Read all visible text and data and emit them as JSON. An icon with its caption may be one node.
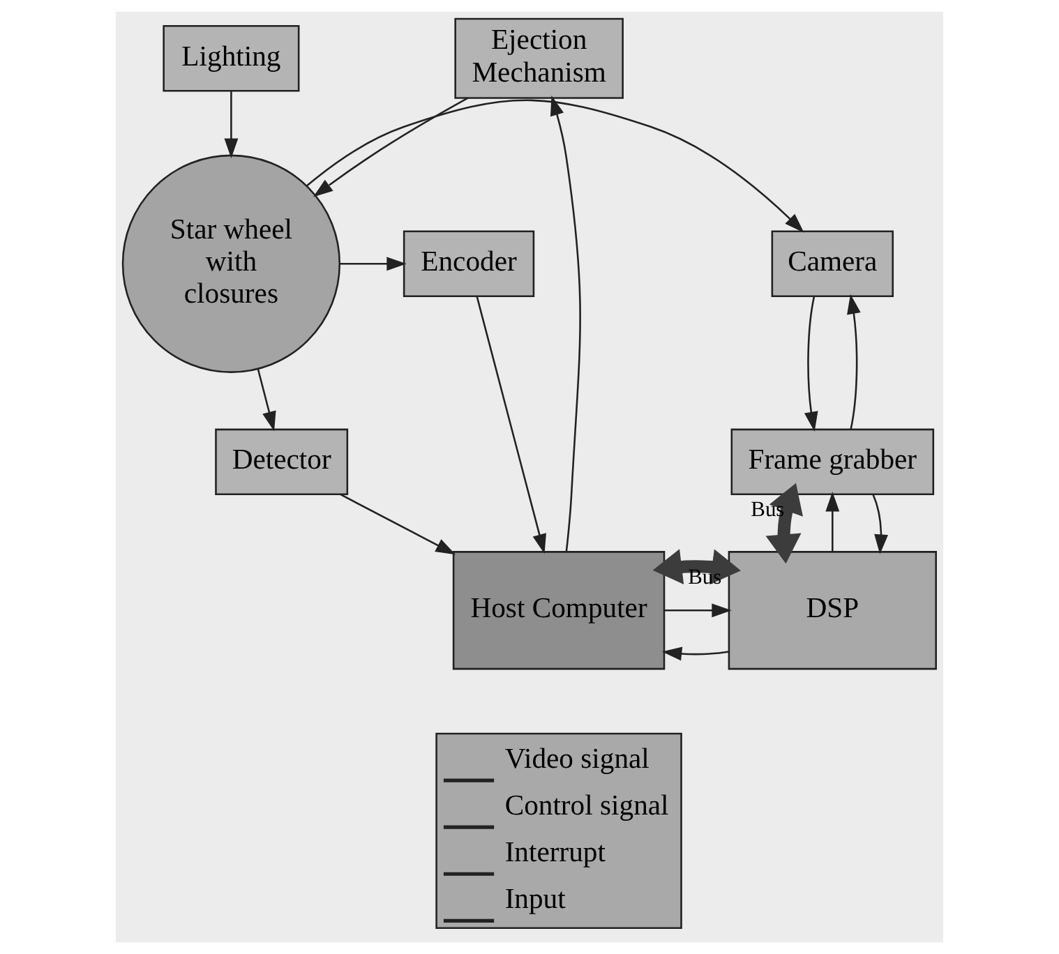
{
  "diagram": {
    "nodes": [
      {
        "text": [
          "Ejection Mechanism"
        ]
      },
      {
        "text": [
          "Lighting"
        ]
      },
      {
        "text": [
          "Encoder"
        ]
      },
      {
        "text": [
          "Star wheel with closures"
        ]
      },
      {
        "text": [
          "Camera"
        ]
      },
      {
        "text": [
          "Detector"
        ]
      },
      {
        "text": [
          "Frame grabber"
        ]
      },
      {
        "text": [
          "Host Computer"
        ]
      },
      {
        "text": [
          "DSP"
        ]
      }
    ],
    "edges": [
      {
        "from": 0,
        "to": 3,
        "arrow": "to"
      },
      {
        "from": 1,
        "to": 3,
        "arrow": "to"
      },
      {
        "from": 3,
        "to": 2,
        "arrow": "to"
      },
      {
        "from": 3,
        "to": 4,
        "arrow": "to"
      },
      {
        "from": 3,
        "to": 5,
        "arrow": "to"
      },
      {
        "from": 5,
        "to": 7,
        "arrow": "to"
      },
      {
        "from": 2,
        "to": 7,
        "arrow": "to"
      },
      {
        "from": 7,
        "to": 0,
        "arrow": "to"
      },
      {
        "from": 6,
        "to": 4,
        "arrow": "to"
      },
      {
        "from": 4,
        "to": 6,
        "arrow": "to"
      },
      {
        "from": 6,
        "to": 8,
        "arrow": "both",
        "label": "Bus",
        "style": "thick",
        "color": "#3c3c3c"
      },
      {
        "from": 8,
        "to": 6,
        "arrow": "to"
      },
      {
        "from": 6,
        "to": 8,
        "arrow": "to"
      },
      {
        "from": 8,
        "to": 7,
        "arrow": "to"
      },
      {
        "from": 7,
        "to": 8,
        "arrow": "to"
      },
      {
        "from": 7,
        "to": 8,
        "arrow": "both",
        "label": "Bus",
        "style": "thick",
        "color": "#3c3c3c"
      }
    ],
    "legend": [
      {
        "text": "Video signal"
      },
      {
        "text": "Control signal"
      },
      {
        "text": "Interrupt"
      },
      {
        "text": "Input"
      }
    ]
  }
}
